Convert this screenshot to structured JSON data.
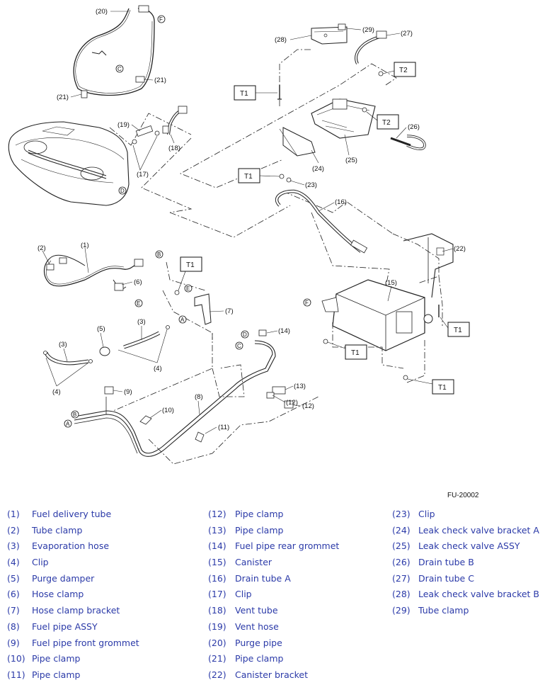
{
  "figure_id": "FU-20002",
  "torque_labels": {
    "t1": "T1",
    "t2": "T2"
  },
  "connector_letters": {
    "b": "B",
    "c": "C",
    "d": "D",
    "e": "E",
    "f": "F",
    "a": "A"
  },
  "callouts": [
    "(1)",
    "(2)",
    "(3)",
    "(4)",
    "(5)",
    "(6)",
    "(7)",
    "(8)",
    "(9)",
    "(10)",
    "(11)",
    "(12)",
    "(13)",
    "(14)",
    "(15)",
    "(16)",
    "(17)",
    "(18)",
    "(19)",
    "(20)",
    "(21)",
    "(22)",
    "(23)",
    "(24)",
    "(25)",
    "(26)",
    "(27)",
    "(28)",
    "(29)"
  ],
  "legend": {
    "col1": [
      {
        "num": "(1)",
        "name": "Fuel delivery tube"
      },
      {
        "num": "(2)",
        "name": "Tube clamp"
      },
      {
        "num": "(3)",
        "name": "Evaporation hose"
      },
      {
        "num": "(4)",
        "name": "Clip"
      },
      {
        "num": "(5)",
        "name": "Purge damper"
      },
      {
        "num": "(6)",
        "name": "Hose clamp"
      },
      {
        "num": "(7)",
        "name": "Hose clamp bracket"
      },
      {
        "num": "(8)",
        "name": "Fuel pipe ASSY"
      },
      {
        "num": "(9)",
        "name": "Fuel pipe front grommet"
      },
      {
        "num": "(10)",
        "name": "Pipe clamp"
      },
      {
        "num": "(11)",
        "name": "Pipe clamp"
      }
    ],
    "col2": [
      {
        "num": "(12)",
        "name": "Pipe clamp"
      },
      {
        "num": "(13)",
        "name": "Pipe clamp"
      },
      {
        "num": "(14)",
        "name": "Fuel pipe rear grommet"
      },
      {
        "num": "(15)",
        "name": "Canister"
      },
      {
        "num": "(16)",
        "name": "Drain tube A"
      },
      {
        "num": "(17)",
        "name": "Clip"
      },
      {
        "num": "(18)",
        "name": "Vent tube"
      },
      {
        "num": "(19)",
        "name": "Vent hose"
      },
      {
        "num": "(20)",
        "name": "Purge pipe"
      },
      {
        "num": "(21)",
        "name": "Pipe clamp"
      },
      {
        "num": "(22)",
        "name": "Canister bracket"
      }
    ],
    "col3": [
      {
        "num": "(23)",
        "name": "Clip"
      },
      {
        "num": "(24)",
        "name": "Leak check valve bracket A"
      },
      {
        "num": "(25)",
        "name": "Leak check valve ASSY"
      },
      {
        "num": "(26)",
        "name": "Drain tube B"
      },
      {
        "num": "(27)",
        "name": "Drain tube C"
      },
      {
        "num": "(28)",
        "name": "Leak check valve bracket B"
      },
      {
        "num": "(29)",
        "name": "Tube clamp"
      }
    ]
  }
}
